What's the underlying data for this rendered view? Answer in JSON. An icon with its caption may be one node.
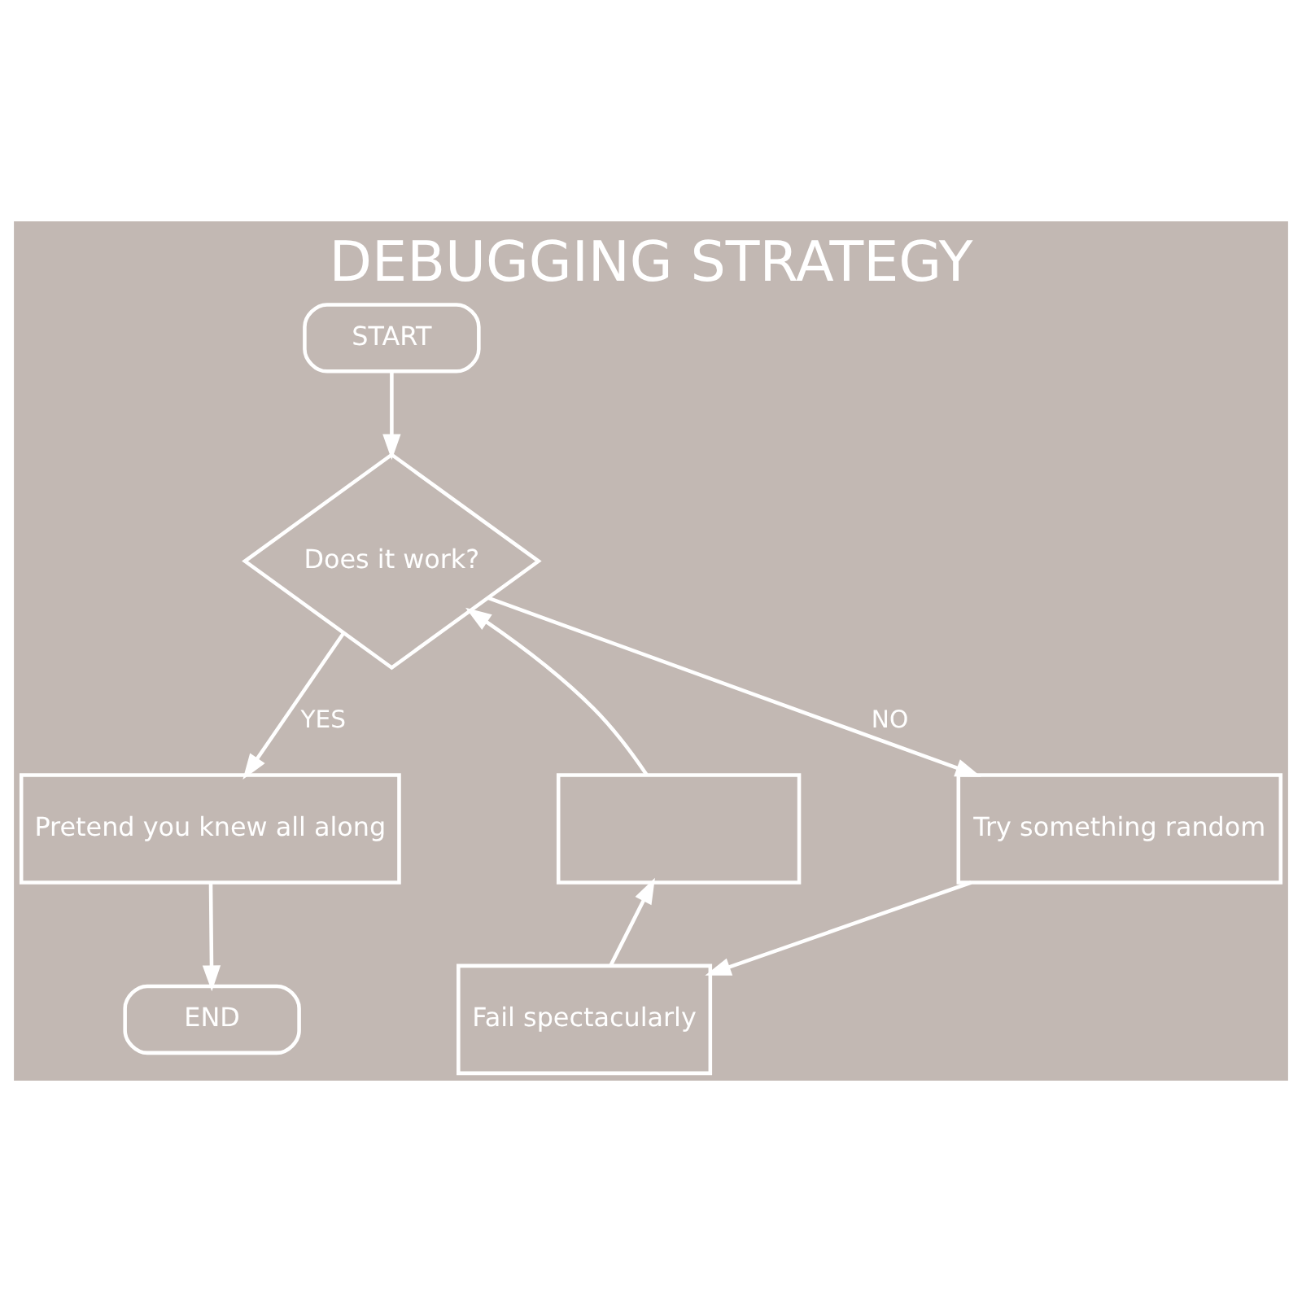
{
  "diagram": {
    "title": "DEBUGGING STRATEGY",
    "nodes": [
      {
        "text": [
          "START"
        ]
      },
      {
        "text": [
          "Does it work?"
        ]
      },
      {
        "text": [
          "Pretend you knew all along"
        ]
      },
      {
        "text": [],
        "shape": "box"
      },
      {
        "text": [
          "Try something random"
        ]
      },
      {
        "text": [
          "END"
        ]
      },
      {
        "text": [
          "Fail spectacularly"
        ]
      }
    ],
    "edges": [
      {
        "from": 0,
        "to": 1,
        "arrow": "to"
      },
      {
        "from": 1,
        "to": 2,
        "arrow": "to",
        "label": "YES"
      },
      {
        "from": 1,
        "to": 4,
        "arrow": "to",
        "label": "NO"
      },
      {
        "from": 3,
        "to": 1,
        "arrow": "to"
      },
      {
        "from": 4,
        "to": 6,
        "arrow": "to"
      },
      {
        "from": 6,
        "to": 3,
        "arrow": "to"
      },
      {
        "from": 2,
        "to": 5,
        "arrow": "to"
      }
    ]
  }
}
